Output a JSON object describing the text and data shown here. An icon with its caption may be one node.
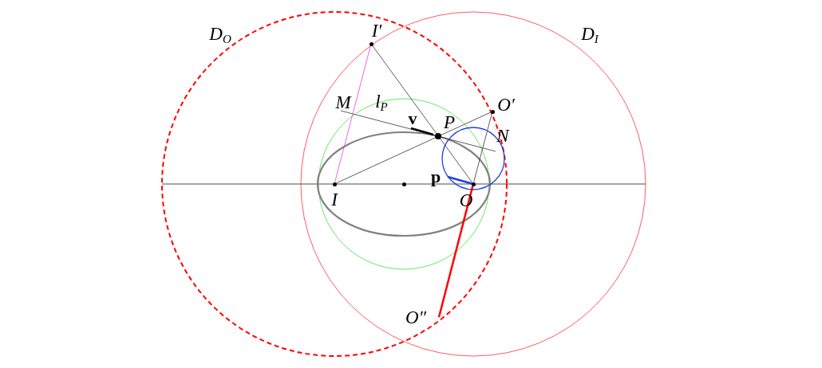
{
  "diagram": {
    "nodes": [
      {
        "text": [],
        "shape": "circle",
        "beside": [
          "I′"
        ]
      },
      {
        "text": [],
        "shape": "circle",
        "beside": [
          "O′"
        ]
      },
      {
        "text": [],
        "shape": "circle",
        "beside": [
          "P"
        ]
      },
      {
        "text": [],
        "shape": "circle",
        "beside": [
          "I"
        ]
      },
      {
        "text": [],
        "shape": "circle"
      },
      {
        "text": [],
        "shape": "circle",
        "beside": [
          "O"
        ]
      },
      {
        "text": [
          "O″"
        ]
      }
    ],
    "edges": [
      {
        "from": 0,
        "to": 5,
        "arrow": "none"
      },
      {
        "from": 3,
        "to": 1,
        "arrow": "none"
      },
      {
        "from": 5,
        "to": 1,
        "arrow": "none"
      },
      {
        "from": 3,
        "to": 0,
        "arrow": "none",
        "color": "#e83ce8"
      },
      {
        "from": 5,
        "to": 6,
        "arrow": "none",
        "style": "thick",
        "color": "#ff0000"
      }
    ],
    "labels": [
      "D$_{O}$",
      "D$_{I}$",
      "M",
      "l$_{P}$",
      "v",
      "N",
      "p"
    ]
  }
}
